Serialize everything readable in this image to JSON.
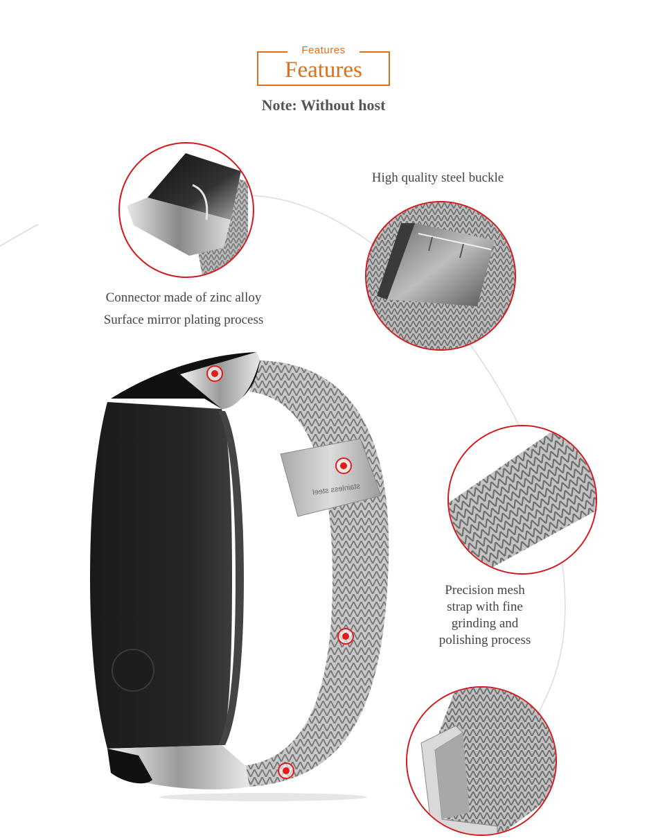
{
  "header": {
    "small_label": "Features",
    "title": "Features",
    "note": "Note: Without host"
  },
  "features": [
    {
      "caption_lines": [
        "Connector made of zinc alloy",
        "Surface mirror plating process"
      ]
    },
    {
      "caption_lines": [
        "High quality steel buckle"
      ]
    },
    {
      "caption_lines": [
        "Precision mesh",
        "strap with fine",
        "grinding and",
        "polishing process"
      ]
    }
  ],
  "product": {
    "buckle_engraving": "stainless steel"
  },
  "colors": {
    "accent": "#d9701f",
    "circle_border": "#d4161c",
    "hotspot": "#e21b1b"
  }
}
